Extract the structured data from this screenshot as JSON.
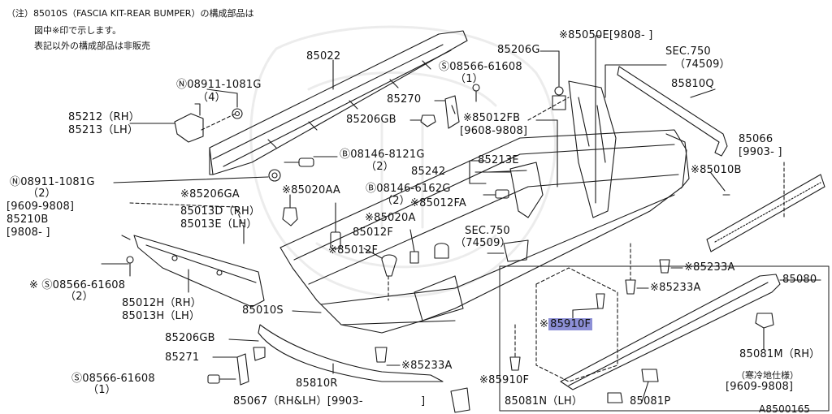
{
  "notes": [
    "（注）85010S（FASCIA KIT-REAR BUMPER）の構成部品は",
    "図中※印で示します。",
    "表記以外の構成部品は非販売"
  ],
  "labels": {
    "p85022": "85022",
    "p08911_top": "Ⓝ08911-1081G",
    "p08911_top_q": "（4）",
    "p85212": "85212（RH）",
    "p85213": "85213（LH）",
    "p08911_mid": "Ⓝ08911-1081G",
    "p08911_mid_q": "（2）",
    "p9609_9808": "[9609-9808]",
    "p85210B": "85210B",
    "p9808a": "[9808-    ]",
    "p08566_top": "Ⓢ08566-61608",
    "p08566_top_q": "（1）",
    "p85270": "85270",
    "p85206GB_top": "85206GB",
    "p85206G": "85206G",
    "p85012FB": "※85012FB",
    "p9608_9808": "[9608-9808]",
    "p08146_8121G": "Ⓑ08146-8121G",
    "p08146_8121G_q": "（2）",
    "p85213E": "85213E",
    "p85242": "85242",
    "p08146_6162G": "Ⓑ08146-6162G",
    "p08146_6162G_q": "（2）",
    "p85012FA": "※85012FA",
    "p85206GA": "※85206GA",
    "p85020AA": "※85020AA",
    "p85013D": "85013D（RH）",
    "p85013E": "85013E（LH）",
    "p85020A": "※85020A",
    "p85012F_a": "85012F",
    "p85012F_b": "※85012F",
    "psec750_mid": "SEC.750",
    "psec750_mid_q": "（74509）",
    "p08566_left": "※ Ⓢ08566-61608",
    "p08566_left_q": "（2）",
    "p85012H": "85012H（RH）",
    "p85013H": "85013H（LH）",
    "p85010S": "85010S",
    "p85206GB_bot": "85206GB",
    "p85271": "85271",
    "p08566_bot": "Ⓢ08566-61608",
    "p08566_bot_q": "（1）",
    "p85810R": "85810R",
    "p85067": "85067（RH&LH）[9903-",
    "p85067_end": "]",
    "p85233A_bot": "※85233A",
    "p85910F_bot": "※85910F",
    "p85050E": "※85050E[9808-    ]",
    "psec750_top": "SEC.750",
    "psec750_top_q": "（74509）",
    "p85810Q": "85810Q",
    "p85066": "85066",
    "p9903": "[9903-    ]",
    "p85010B": "※85010B",
    "p85233A_r1": "※85233A",
    "p85233A_r2": "※85233A",
    "p85080": "85080",
    "p85910F_hl_mark": "※",
    "p85910F_hl": "85910F",
    "p85081M": "85081M（RH）",
    "p85081cold": "（寒冷地仕様）",
    "p9609_9808_b": "[9609-9808]",
    "p85081N": "85081N（LH）",
    "p85081P": "85081P",
    "code": "A8500165"
  }
}
